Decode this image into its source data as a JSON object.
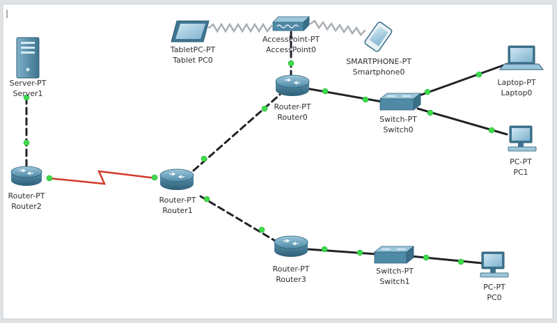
{
  "colors": {
    "workspace": "#ffffff",
    "frame": "#dfe3e6",
    "copper_link": "#1f2328",
    "serial_link": "#d23a2a",
    "wireless_link": "#a8aeb3",
    "port_up": "#3ddc4a",
    "router_body": "#4f8aa6",
    "switch_body": "#5d9bb8"
  },
  "devices": {
    "server1": {
      "type_label": "Server-PT",
      "name_label": "Server1"
    },
    "router2": {
      "type_label": "Router-PT",
      "name_label": "Router2"
    },
    "router1": {
      "type_label": "Router-PT",
      "name_label": "Router1"
    },
    "router0": {
      "type_label": "Router-PT",
      "name_label": "Router0"
    },
    "router3": {
      "type_label": "Router-PT",
      "name_label": "Router3"
    },
    "switch0": {
      "type_label": "Switch-PT",
      "name_label": "Switch0"
    },
    "switch1": {
      "type_label": "Switch-PT",
      "name_label": "Switch1"
    },
    "accesspoint0": {
      "type_label": "AccessPoint-PT",
      "name_label": "AccessPoint0"
    },
    "tablet0": {
      "type_label": "TabletPC-PT",
      "name_label": "Tablet PC0"
    },
    "smartphone0": {
      "type_label": "SMARTPHONE-PT",
      "name_label": "Smartphone0"
    },
    "laptop0": {
      "type_label": "Laptop-PT",
      "name_label": "Laptop0"
    },
    "pc1": {
      "type_label": "PC-PT",
      "name_label": "PC1"
    },
    "pc0": {
      "type_label": "PC-PT",
      "name_label": "PC0"
    }
  }
}
